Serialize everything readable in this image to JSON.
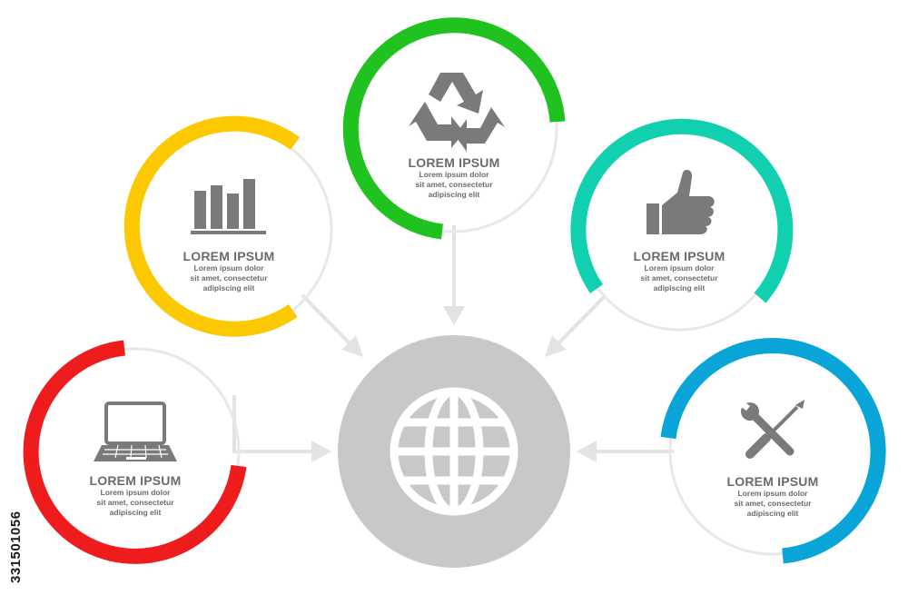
{
  "diagram": {
    "center": {
      "icon": "globe-icon",
      "fill": "#c8c8c8"
    },
    "nodes": [
      {
        "id": "chart",
        "title": "LOREM IPSUM",
        "lines": [
          "Lorem ipsum dolor",
          "sit amet, consectetur",
          "adipiscing elit"
        ],
        "color": "#fcc800",
        "icon": "bar-chart-icon"
      },
      {
        "id": "recycle",
        "title": "LOREM IPSUM",
        "lines": [
          "Lorem ipsum dolor",
          "sit amet, consectetur",
          "adipiscing elit"
        ],
        "color": "#1fc21f",
        "icon": "recycle-icon"
      },
      {
        "id": "thumb",
        "title": "LOREM IPSUM",
        "lines": [
          "Lorem ipsum dolor",
          "sit amet, consectetur",
          "adipiscing elit"
        ],
        "color": "#11d0b0",
        "icon": "thumbs-up-icon"
      },
      {
        "id": "laptop",
        "title": "LOREM IPSUM",
        "lines": [
          "Lorem ipsum dolor",
          "sit amet, consectetur",
          "adipiscing elit"
        ],
        "color": "#ee1c1c",
        "icon": "laptop-icon"
      },
      {
        "id": "tools",
        "title": "LOREM IPSUM",
        "lines": [
          "Lorem ipsum dolor",
          "sit amet, consectetur",
          "adipiscing elit"
        ],
        "color": "#0aa5d8",
        "icon": "wrench-screwdriver-icon"
      }
    ],
    "connector_color": "#e3e3e3",
    "icon_color": "#7a7a7a"
  },
  "watermark": {
    "text": "331501056"
  }
}
